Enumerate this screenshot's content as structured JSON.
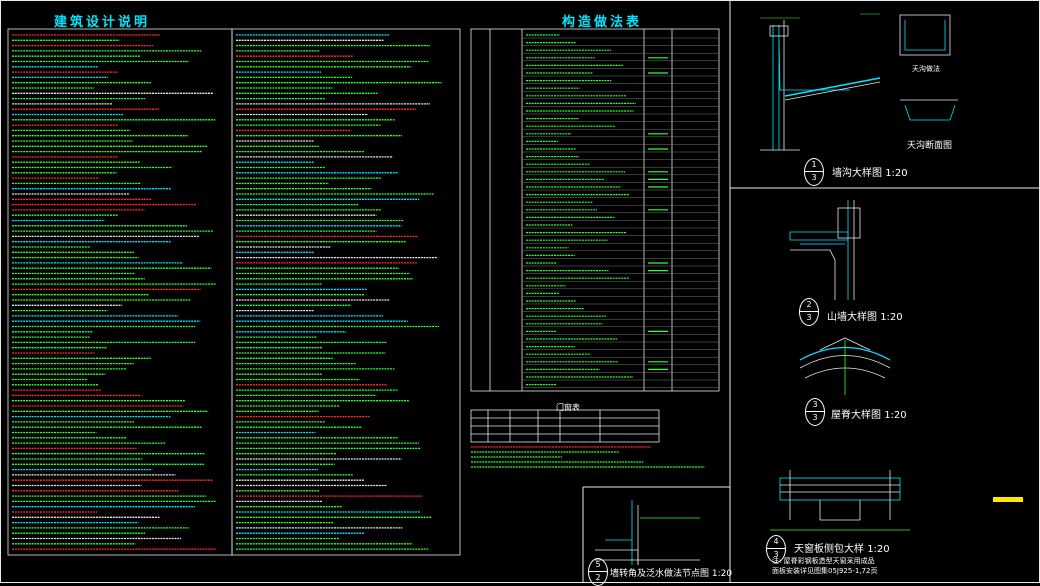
{
  "titles": {
    "left": "建筑设计说明",
    "center": "构造做法表",
    "door_table": "门窗表"
  },
  "details": [
    {
      "num_top": "1",
      "num_bottom": "3",
      "name": "墙沟大样图",
      "scale": "1:20"
    },
    {
      "num_top": "2",
      "num_bottom": "3",
      "name": "山墙大样图",
      "scale": "1:20"
    },
    {
      "num_top": "3",
      "num_bottom": "3",
      "name": "屋脊大样图",
      "scale": "1:20"
    },
    {
      "num_top": "4",
      "num_bottom": "3",
      "name": "天窗板侧包大样",
      "scale": "1:20"
    },
    {
      "num_top": "5",
      "num_bottom": "2",
      "name": "墙转角及泛水做法节点图",
      "scale": "1:20"
    }
  ],
  "sub_labels": {
    "skylight_section": "天沟断面图",
    "waterproof": "天沟做法"
  },
  "bottom_note": {
    "line1": "注: 屋脊彩钢板造型天窗采用成品",
    "line2": "面板安装详见图集05J925-1,72页"
  },
  "colors": {
    "cyan": "#00e5ff",
    "green": "#33ff33",
    "red": "#ff2a2a",
    "yellow": "#ffe600",
    "white": "#e8e8e8"
  }
}
